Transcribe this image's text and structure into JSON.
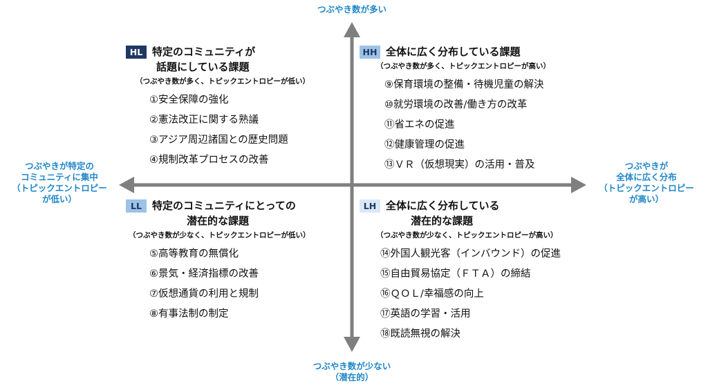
{
  "axes": {
    "top": [
      "つぶやき数が多い"
    ],
    "bottom": [
      "つぶやき数が少ない",
      "（潜在的）"
    ],
    "left": [
      "つぶやきが特定の",
      "コミュニティに集中",
      "（トピックエントロピー",
      "が低い）"
    ],
    "right": [
      "つぶやきが",
      "全体に広く分布",
      "（トピックエントロピー",
      "が高い）"
    ]
  },
  "colors": {
    "axis": "#7f7f7f",
    "accent_text": "#1f86c8",
    "badge_dark": "#1f3864",
    "badge_light": "#9dc3e6"
  },
  "quadrants": {
    "HL": {
      "badge": "HL",
      "title": [
        "特定のコミュニティが",
        "話題にしている課題"
      ],
      "subtitle": "（つぶやき数が多く、トピックエントロピーが低い）",
      "items": [
        "①安全保障の強化",
        "②憲法改正に関する熟議",
        "③アジア周辺諸国との歴史問題",
        "④規制改革プロセスの改善"
      ]
    },
    "HH": {
      "badge": "HH",
      "title": [
        "全体に広く分布している課題"
      ],
      "subtitle": "（つぶやき数が多く、トピックエントロピーが高い）",
      "items": [
        "⑨保育環境の整備・待機児童の解決",
        "⑩就労環境の改善/働き方の改革",
        "⑪省エネの促進",
        "⑫健康管理の促進",
        "⑬ＶＲ（仮想現実）の活用・普及"
      ]
    },
    "LL": {
      "badge": "LL",
      "title": [
        "特定のコミュニティにとっての",
        "潜在的な課題"
      ],
      "subtitle": "（つぶやき数が少なく、トピックエントロピーが低い）",
      "items": [
        "⑤高等教育の無償化",
        "⑥景気・経済指標の改善",
        "⑦仮想通貨の利用と規制",
        "⑧有事法制の制定"
      ]
    },
    "LH": {
      "badge": "LH",
      "title": [
        "全体に広く分布している",
        "潜在的な課題"
      ],
      "subtitle": "（つぶやき数が少なく、トピックエントロピーが高い）",
      "items": [
        "⑭外国人観光客（インバウンド）の促進",
        "⑮自由貿易協定（ＦＴＡ）の締結",
        "⑯ＱＯＬ/幸福感の向上",
        "⑰英語の学習・活用",
        "⑱既読無視の解決"
      ]
    }
  }
}
